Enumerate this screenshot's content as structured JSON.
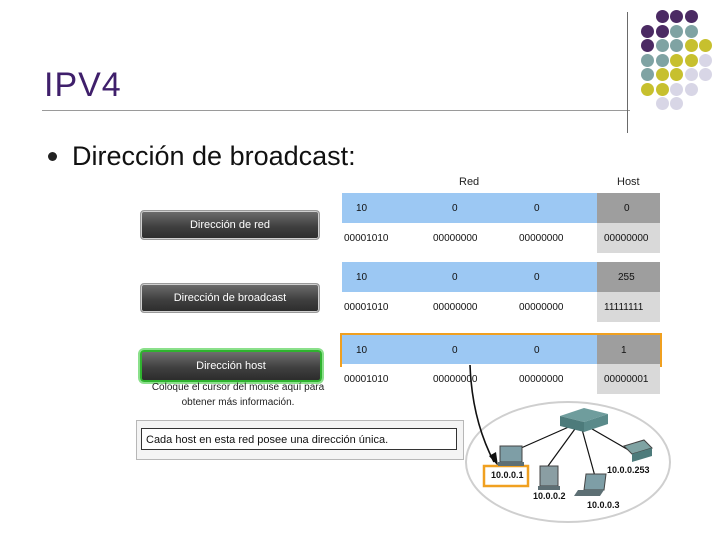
{
  "slide": {
    "title": "IPV4",
    "bullet": "Dirección de broadcast:"
  },
  "colors": {
    "title": "#3f1f6b",
    "dot_purple": "#4b2a63",
    "dot_teal": "#7fa3a3",
    "dot_olive": "#c7c02e",
    "dot_lavender": "#d8d6e6",
    "table_blue": "#9cc8f3",
    "host_grey": "#9e9e9e",
    "active_green": "#2fb32f",
    "highlight_orange": "#f0a020"
  },
  "buttons": {
    "network": "Dirección de red",
    "broadcast": "Dirección de broadcast",
    "host": "Dirección host"
  },
  "hint": "Coloque el cursor del mouse aquí para obtener más información.",
  "info": "Cada host en esta red posee una dirección única.",
  "table": {
    "header_red": "Red",
    "header_host": "Host",
    "rows": [
      {
        "cells": [
          "10",
          "0",
          "0",
          "0"
        ]
      },
      {
        "cells": [
          "00001010",
          "00000000",
          "00000000",
          "00000000"
        ]
      },
      {
        "cells": [
          "10",
          "0",
          "0",
          "255"
        ]
      },
      {
        "cells": [
          "00001010",
          "00000000",
          "00000000",
          "11111111"
        ]
      },
      {
        "cells": [
          "10",
          "0",
          "0",
          "1"
        ]
      },
      {
        "cells": [
          "00001010",
          "00000000",
          "00000000",
          "00000001"
        ]
      }
    ]
  },
  "diagram": {
    "hosts": [
      "10.0.0.1",
      "10.0.0.2",
      "10.0.0.3",
      "10.0.0.253"
    ]
  }
}
